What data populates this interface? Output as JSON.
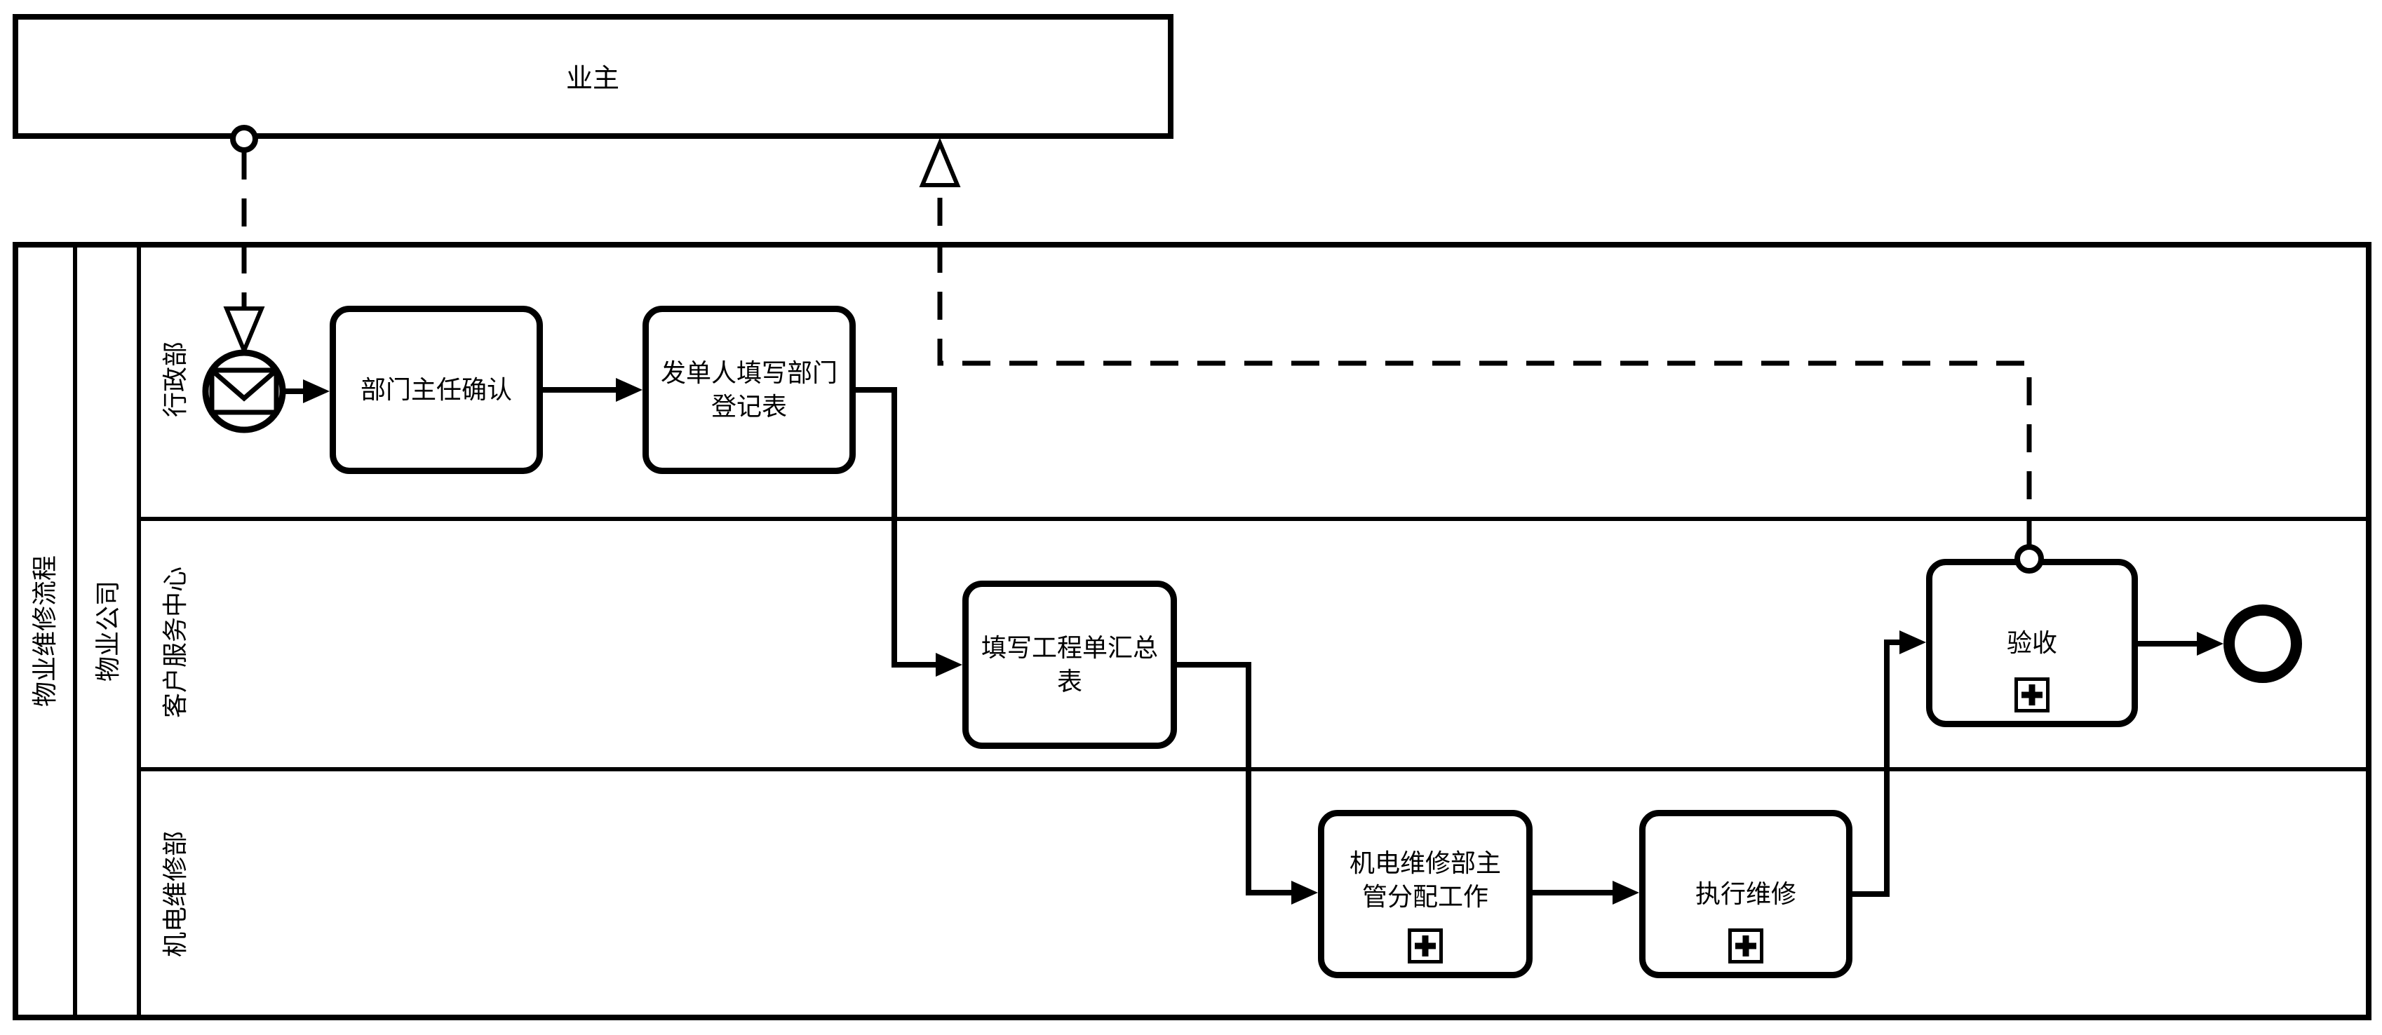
{
  "owner_pool": {
    "label": "业主"
  },
  "main_pool": {
    "process_label": "物业维修流程",
    "participant_label": "物业公司",
    "lanes": [
      {
        "label": "行政部"
      },
      {
        "label": "客户服务中心"
      },
      {
        "label": "机电维修部"
      }
    ]
  },
  "tasks": [
    {
      "line1": "部门主任确认",
      "line2": ""
    },
    {
      "line1": "发单人填写部门",
      "line2": "登记表"
    },
    {
      "line1": "填写工程单汇总",
      "line2": "表"
    },
    {
      "line1": "机电维修部主",
      "line2": "管分配工作",
      "marker": "collapsed-subprocess"
    },
    {
      "line1": "执行维修",
      "line2": "",
      "marker": "collapsed-subprocess"
    },
    {
      "line1": "验收",
      "line2": "",
      "marker": "collapsed-subprocess"
    }
  ],
  "events": {
    "start": "message-start-event",
    "end": "end-event"
  },
  "colors": {
    "stroke": "#000000",
    "background": "#ffffff"
  }
}
